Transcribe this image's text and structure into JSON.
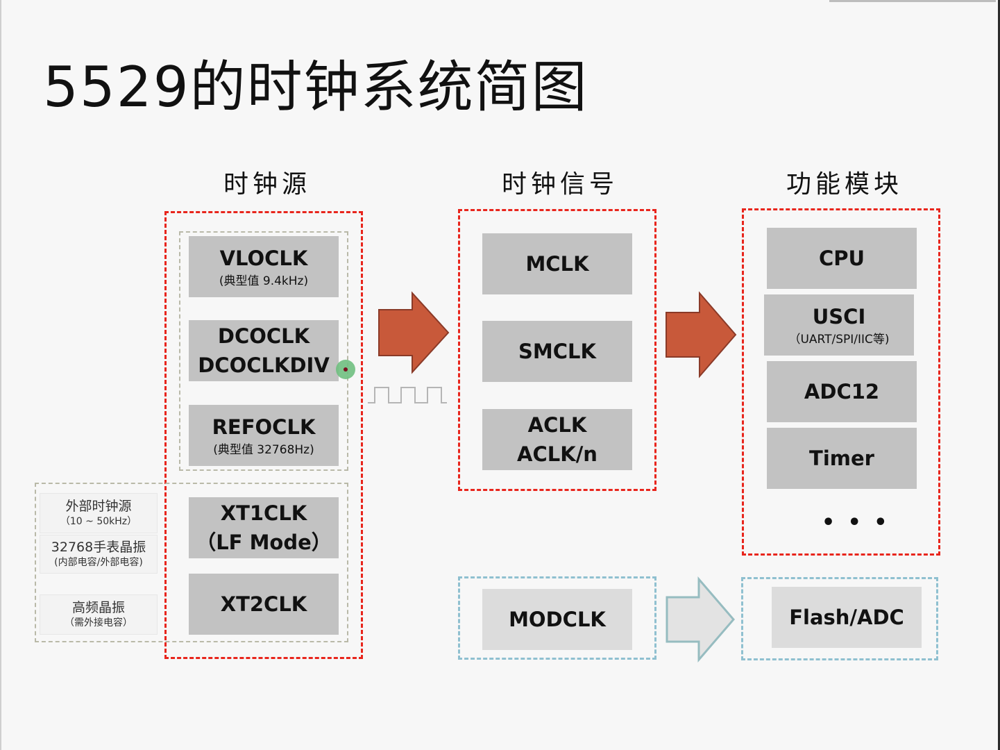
{
  "title": "5529的时钟系统简图",
  "columns": {
    "sources": "时钟源",
    "signals": "时钟信号",
    "modules": "功能模块"
  },
  "internal_sources": [
    {
      "name": "VLOCLK",
      "note": "(典型值 9.4kHz)"
    },
    {
      "name": "DCOCLK",
      "name2": "DCOCLKDIV"
    },
    {
      "name": "REFOCLK",
      "note": "(典型值 32768Hz)"
    }
  ],
  "external_sources": [
    {
      "name": "XT1CLK",
      "name2": "（LF Mode）"
    },
    {
      "name": "XT2CLK"
    }
  ],
  "external_inputs": [
    {
      "line1": "外部时钟源",
      "line2": "（10 ~ 50kHz）"
    },
    {
      "line1": "32768手表晶振",
      "line2": "(内部电容/外部电容)"
    },
    {
      "line1": "高频晶振",
      "line2": "（需外接电容）"
    }
  ],
  "signals": [
    {
      "name": "MCLK"
    },
    {
      "name": "SMCLK"
    },
    {
      "name": "ACLK",
      "name2": "ACLK/n"
    }
  ],
  "modules": [
    {
      "name": "CPU"
    },
    {
      "name": "USCI",
      "note": "（UART/SPI/IIC等)"
    },
    {
      "name": "ADC12"
    },
    {
      "name": "Timer"
    }
  ],
  "modules_more": "• • •",
  "modclk": {
    "source": "MODCLK",
    "target": "Flash/ADC"
  },
  "colors": {
    "accent_red": "#e8251c",
    "arrow_orange": "#c8593a",
    "block_grey": "#c2c2c2",
    "modclk_blue": "#8fc0d0",
    "cursor_green": "#6fbf7f"
  },
  "icons": {
    "clock_waveform": "square-wave-icon",
    "cursor": "mouse-cursor-icon"
  }
}
